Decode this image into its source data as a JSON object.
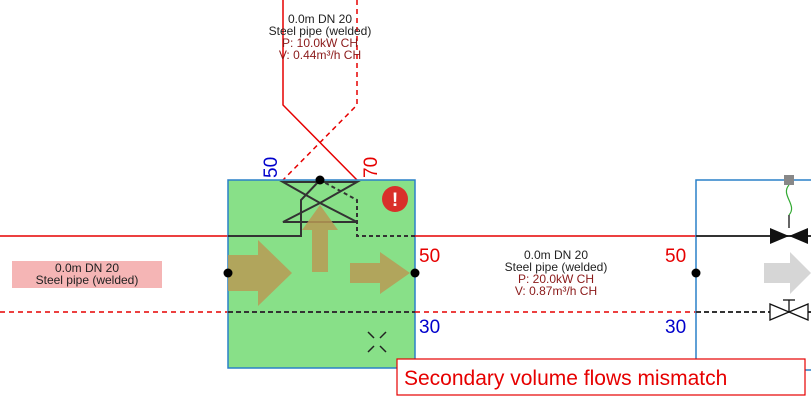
{
  "colors": {
    "flow": "#e60000",
    "return": "#e60000",
    "port_blue": "#0000cc",
    "mixer_fill": "#88e088",
    "mixer_border": "#2a80c8",
    "arrow": "#b89a55",
    "dark_pipe": "#333333",
    "error": "#d9302a",
    "label_bg": "#f5b5b5",
    "brown_text": "#8b1a1a",
    "warn_border": "#e60000"
  },
  "top_pipe": {
    "line1": "0.0m DN 20",
    "line2": "Steel pipe (welded)",
    "line3": "P: 10.0kW CH",
    "line4": "V: 0.44m³/h CH"
  },
  "left_pipe_label": {
    "line1": "0.0m DN 20",
    "line2": "Steel pipe (welded)"
  },
  "middle_pipe": {
    "line1": "0.0m DN 20",
    "line2": "Steel pipe (welded)",
    "line3": "P: 20.0kW CH",
    "line4": "V: 0.87m³/h CH"
  },
  "mixer_ports": {
    "top_left": "50",
    "top_right": "70",
    "right_upper": "50",
    "right_lower": "30"
  },
  "right_block_ports": {
    "upper": "50",
    "lower": "30"
  },
  "error_badge": {
    "symbol": "!"
  },
  "warning": {
    "text": "Secondary volume flows mismatch"
  },
  "icons": {
    "error": "error-exclamation-icon",
    "close_marker": "cross-marker-icon",
    "valve_open": "valve-icon",
    "valve_closed": "valve-closed-icon",
    "flow_arrow": "flow-arrow-icon",
    "actuator": "actuator-square-icon"
  }
}
